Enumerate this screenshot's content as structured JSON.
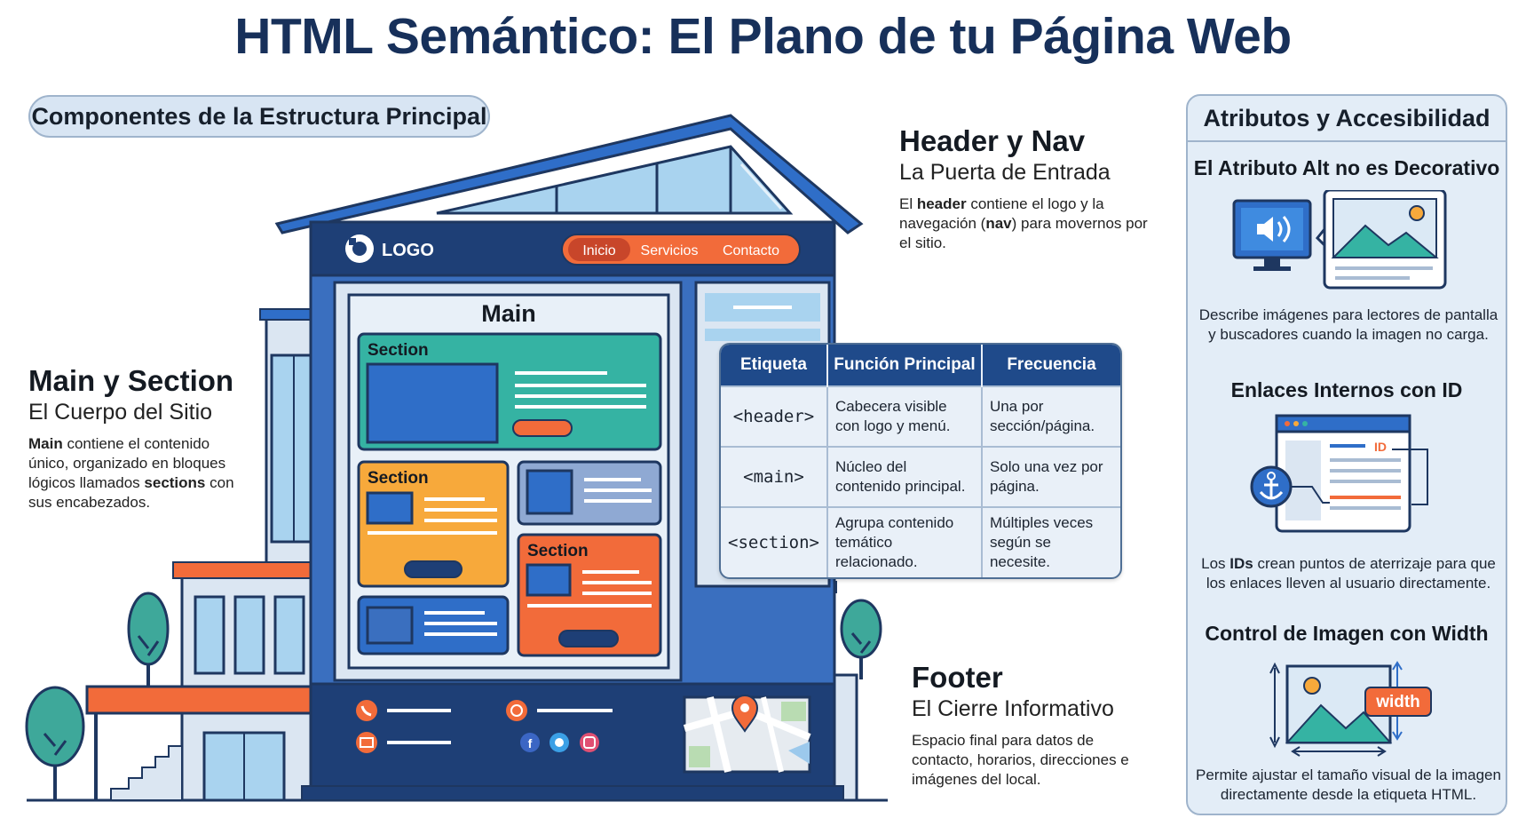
{
  "title": "HTML Semántico: El Plano de tu Página Web",
  "left_heading": "Componentes de la Estructura Principal",
  "building": {
    "logo": "LOGO",
    "nav": [
      "Inicio",
      "Servicios",
      "Contacto"
    ],
    "main_label": "Main",
    "section_label": "Section"
  },
  "callouts": {
    "header": {
      "title": "Header y Nav",
      "subtitle": "La Puerta de Entrada",
      "desc": [
        "El ",
        "header",
        " contiene el logo y la navegación (",
        "nav",
        ") para movernos por el sitio."
      ]
    },
    "main": {
      "title": "Main y Section",
      "subtitle": "El Cuerpo del Sitio",
      "desc": [
        "Main",
        " contiene el contenido único, organizado en bloques lógicos llamados ",
        "sections",
        " con sus encabezados."
      ]
    },
    "footer": {
      "title": "Footer",
      "subtitle": "El Cierre Informativo",
      "desc": "Espacio final para datos de contacto, horarios, direcciones e imágenes del local."
    }
  },
  "table": {
    "headers": [
      "Etiqueta",
      "Función Principal",
      "Frecuencia"
    ],
    "rows": [
      [
        "<header>",
        "Cabecera visible con logo y menú.",
        "Una por sección/página."
      ],
      [
        "<main>",
        "Núcleo del contenido principal.",
        "Solo una vez por página."
      ],
      [
        "<section>",
        "Agrupa contenido temático relacionado.",
        "Múltiples veces según se necesite."
      ]
    ]
  },
  "right_panel": {
    "heading": "Atributos y Accesibilidad",
    "alt": {
      "title": "El Atributo Alt no es Decorativo",
      "desc": "Describe imágenes para lectores de pantalla y buscadores cuando la imagen no carga."
    },
    "ids": {
      "title": "Enlaces Internos con ID",
      "badge": "ID",
      "desc": [
        "Los ",
        "IDs",
        " crean puntos de aterrizaje para que los enlaces lleven al usuario directamente."
      ]
    },
    "width": {
      "title": "Control de Imagen con Width",
      "badge": "width",
      "desc": "Permite ajustar el tamaño visual de la imagen directamente desde la etiqueta HTML."
    }
  },
  "colors": {
    "navy": "#17305a",
    "blue": "#2f6ec8",
    "teal": "#35b3a3",
    "orange": "#f26b3a",
    "amber": "#f7a93b"
  }
}
